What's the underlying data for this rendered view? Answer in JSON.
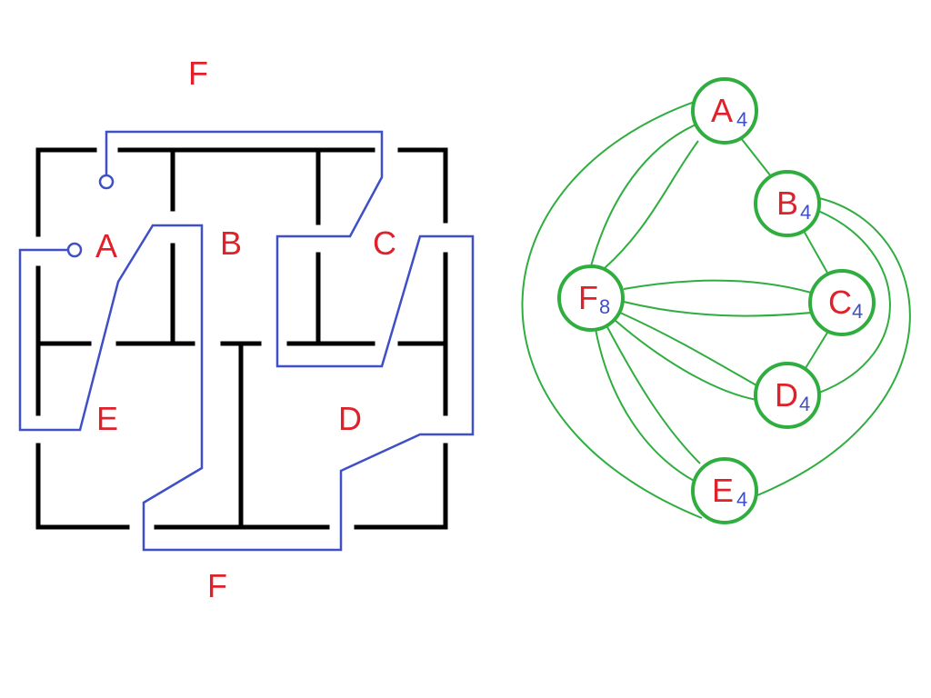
{
  "floor_plan": {
    "rooms": {
      "outside_top": "F",
      "a": "A",
      "b": "B",
      "c": "C",
      "d": "D",
      "e": "E",
      "outside_bottom": "F"
    }
  },
  "graph": {
    "nodes": {
      "a": {
        "letter": "A",
        "degree": "4"
      },
      "b": {
        "letter": "B",
        "degree": "4"
      },
      "c": {
        "letter": "C",
        "degree": "4"
      },
      "d": {
        "letter": "D",
        "degree": "4"
      },
      "e": {
        "letter": "E",
        "degree": "4"
      },
      "f": {
        "letter": "F",
        "degree": "8"
      }
    }
  },
  "colors": {
    "label": "#e0202a",
    "degree": "#3f4fc6",
    "route": "#3f4fc6",
    "edge": "#2fae3f",
    "wall": "#000000"
  }
}
